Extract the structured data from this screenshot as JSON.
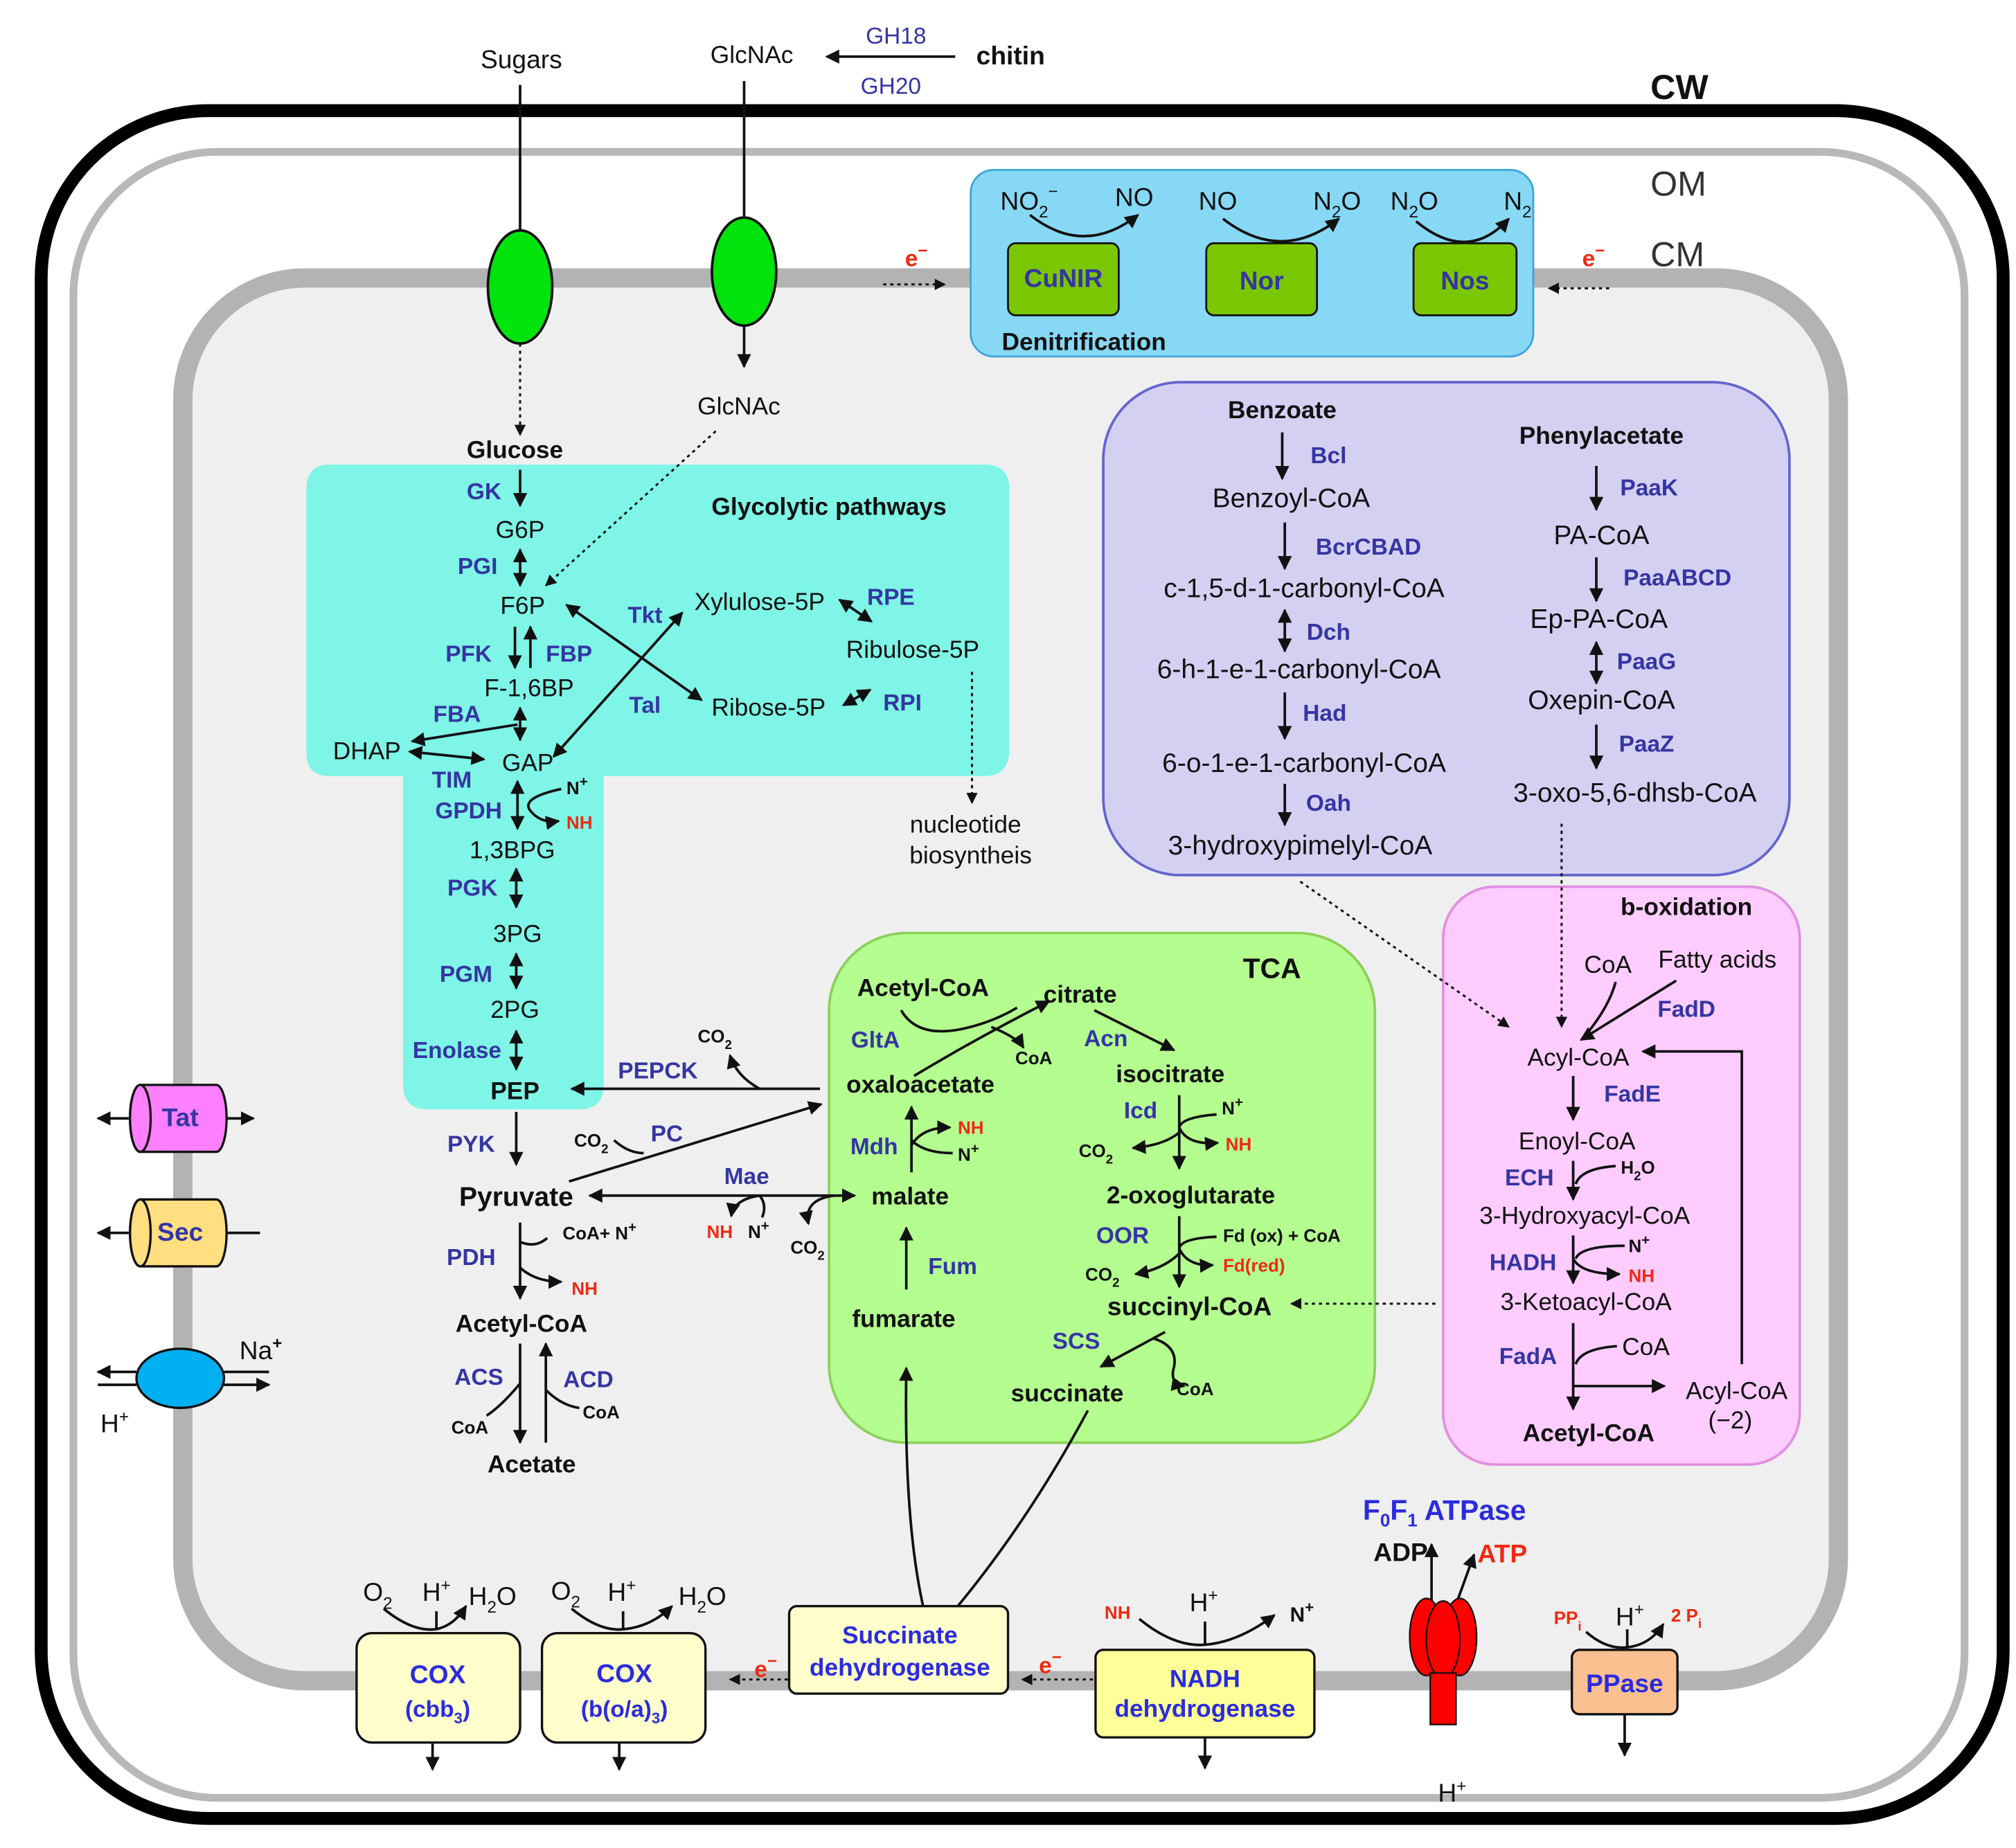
{
  "layers": {
    "cw": "CW",
    "om": "OM",
    "cm": "CM"
  },
  "uptake": {
    "sugars": "Sugars",
    "glcnac_out": "GlcNAc",
    "chitin": "chitin",
    "gh18": "GH18",
    "gh20": "GH20",
    "glcnac_in": "GlcNAc"
  },
  "denitrification": {
    "title": "Denitrification",
    "cunir": "CuNIR",
    "nor": "Nor",
    "nos": "Nos",
    "no2": "NO",
    "no2_sub": "2",
    "no2_sup": "−",
    "no_a": "NO",
    "no_b": "NO",
    "n2o_a": "N",
    "n2o_a_sub": "2",
    "n2o_a_o": "O",
    "n2o_b": "N",
    "n2o_b_sub": "2",
    "n2o_b_o": "O",
    "n2": "N",
    "n2_sub": "2",
    "electron": "e",
    "electron_sup": "−"
  },
  "glycolysis": {
    "title": "Glycolytic pathways",
    "glucose": "Glucose",
    "gk": "GK",
    "g6p": "G6P",
    "pgi": "PGI",
    "f6p": "F6P",
    "pfk": "PFK",
    "fbp": "FBP",
    "f16bp": "F-1,6BP",
    "fba": "FBA",
    "dhap": "DHAP",
    "tim": "TIM",
    "gap": "GAP",
    "gpdh": "GPDH",
    "n_plus": "N",
    "plus": "+",
    "nh": "NH",
    "bpg": "1,3BPG",
    "pgk": "PGK",
    "pg3": "3PG",
    "pgm": "PGM",
    "pg2": "2PG",
    "enolase": "Enolase",
    "pep": "PEP",
    "tkt": "Tkt",
    "tal": "Tal",
    "xylulose": "Xylulose-5P",
    "rpe": "RPE",
    "ribulose": "Ribulose-5P",
    "ribose": "Ribose-5P",
    "rpi": "RPI",
    "nucleotide_1": "nucleotide",
    "nucleotide_2": "biosyntheis"
  },
  "pyruvate_node": {
    "pepck": "PEPCK",
    "co2": "CO",
    "co2_sub": "2",
    "pyk": "PYK",
    "pyruvate": "Pyruvate",
    "pc": "PC",
    "mae": "Mae",
    "pdh": "PDH",
    "coa_n": "CoA+ N",
    "acetyl_coa": "Acetyl-CoA",
    "acs": "ACS",
    "acd": "ACD",
    "coa": "CoA",
    "acetate": "Acetate"
  },
  "tca": {
    "title": "TCA",
    "acetyl_coa": "Acetyl-CoA",
    "citrate": "citrate",
    "glta": "GltA",
    "acn": "Acn",
    "coa": "CoA",
    "oxaloacetate": "oxaloacetate",
    "isocitrate": "isocitrate",
    "icd": "Icd",
    "mdh": "Mdh",
    "malate": "malate",
    "oxoglutarate": "2-oxoglutarate",
    "oor": "OOR",
    "fd_ox": "Fd (ox) + CoA",
    "fd_red": "Fd(red)",
    "fum": "Fum",
    "fumarate": "fumarate",
    "succinyl_coa": "succinyl-CoA",
    "scs": "SCS",
    "succinate": "succinate"
  },
  "benzoate": {
    "benzoate": "Benzoate",
    "bcl": "Bcl",
    "benzoyl_coa": "Benzoyl-CoA",
    "bcrcbad": "BcrCBAD",
    "c15d": "c-1,5-d-1-carbonyl-CoA",
    "dch": "Dch",
    "h6": "6-h-1-e-1-carbonyl-CoA",
    "had": "Had",
    "o6": "6-o-1-e-1-carbonyl-CoA",
    "oah": "Oah",
    "hydroxypimelyl": "3-hydroxypimelyl-CoA",
    "phenylacetate": "Phenylacetate",
    "paak": "PaaK",
    "pa_coa": "PA-CoA",
    "paabcd": "PaaABCD",
    "ep_pa_coa": "Ep-PA-CoA",
    "paag": "PaaG",
    "oxepin": "Oxepin-CoA",
    "paaz": "PaaZ",
    "oxo_dhsb": "3-oxo-5,6-dhsb-CoA"
  },
  "boxidation": {
    "title": "b-oxidation",
    "coa": "CoA",
    "fatty_acids": "Fatty acids",
    "fadd": "FadD",
    "acyl_coa": "Acyl-CoA",
    "fade": "FadE",
    "enoyl_coa": "Enoyl-CoA",
    "ech": "ECH",
    "h2o": "H",
    "h2o_sub": "2",
    "h2o_o": "O",
    "hydroxyacyl": "3-Hydroxyacyl-CoA",
    "hadh": "HADH",
    "ketoacyl": "3-Ketoacyl-CoA",
    "fada": "FadA",
    "acetyl_coa": "Acetyl-CoA",
    "acyl_coa_2": "Acyl-CoA",
    "minus2": "(−2)"
  },
  "transporters": {
    "tat": "Tat",
    "sec": "Sec",
    "na": "Na",
    "h": "H",
    "plus": "+"
  },
  "respiration": {
    "o2": "O",
    "o2_sub": "2",
    "h": "H",
    "plus": "+",
    "h2o": "H",
    "h2o_sub": "2",
    "h2o_o": "O",
    "cox1": "COX",
    "cox1_sub": "(cbb",
    "cox1_sub_3": "3",
    "cox1_close": ")",
    "cox2": "COX",
    "cox2_sub": "(b(o/a)",
    "cox2_sub_3": "3",
    "cox2_close": ")",
    "sdh_1": "Succinate",
    "sdh_2": "dehydrogenase",
    "ndh_1": "NADH",
    "ndh_2": "dehydrogenase",
    "nh": "NH",
    "n": "N",
    "electron": "e",
    "electron_sup": "−",
    "atpase": "F",
    "atpase_0": "0",
    "atpase_f": "F",
    "atpase_1": "1",
    "atpase_rest": " ATPase",
    "adp": "ADP",
    "atp": "ATP",
    "ppi": "PP",
    "ppi_sub": "i",
    "two_pi": "2 P",
    "two_pi_sub": "i",
    "ppase": "PPase"
  },
  "colors": {
    "cell_wall": "#000000",
    "membrane": "#b3b3b3",
    "cytoplasm": "#efefef",
    "glycolysis_box": "#7ef5e6",
    "denit_box": "#87d8f5",
    "benzoate_box": "#d4d0f2",
    "boxidation_box": "#ffccff",
    "tca_box": "#b4fd8f",
    "enzyme_text": "#3535a3",
    "product_red": "#ee2a12",
    "transporter_green": "#00e30c",
    "atpase_red": "#ff0000"
  }
}
